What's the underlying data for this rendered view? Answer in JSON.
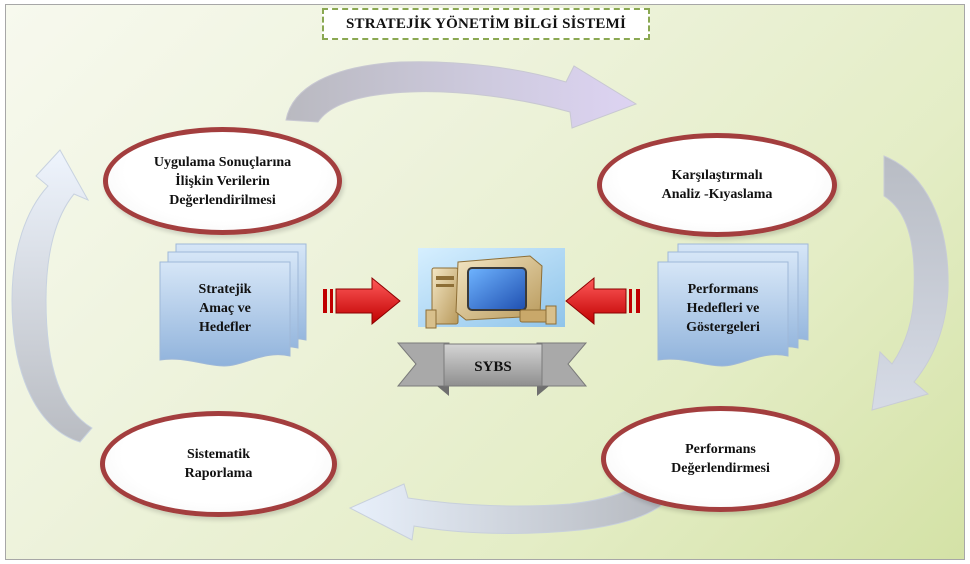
{
  "title": "STRATEJİK YÖNETİM BİLGİ SİSTEMİ",
  "ovals": {
    "top_left": "Uygulama Sonuçlarına\nİlişkin Verilerin\nDeğerlendirilmesi",
    "top_right": "Karşılaştırmalı\nAnaliz -Kıyaslama",
    "bottom_left": "Sistematik\nRaporlama",
    "bottom_right": "Performans\nDeğerlendirmesi"
  },
  "documents": {
    "left": "Stratejik\nAmaç ve\nHedefler",
    "right": "Performans\nHedefleri ve\nGöstergeleri"
  },
  "center_label": "SYBS",
  "colors": {
    "oval_border": "#a33e3e",
    "red_arrow": "#e02020",
    "cycle_arrow": "#aab7c8",
    "title_border": "#8aa852"
  },
  "icons": [
    "computer-icon",
    "red-arrow-right-icon",
    "red-arrow-left-icon",
    "circular-arrow-icon"
  ]
}
